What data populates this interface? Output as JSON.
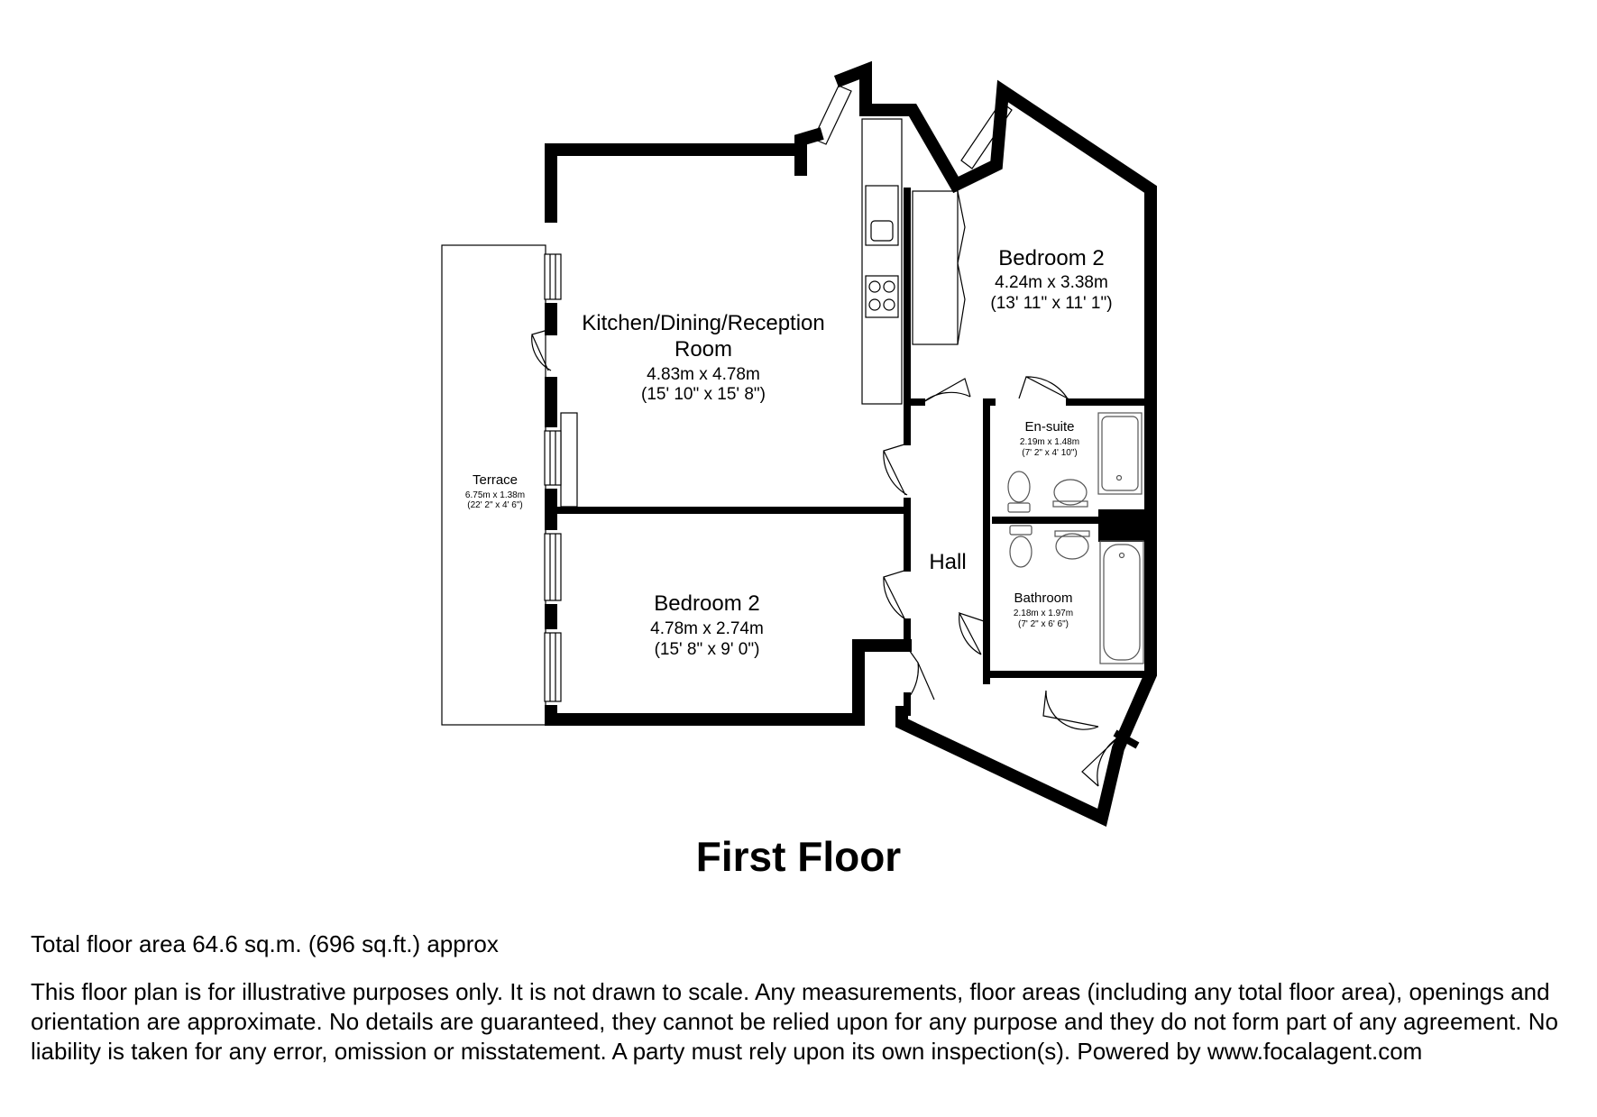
{
  "floor_title": "First Floor",
  "rooms": [
    {
      "name": "Kitchen/Dining/Reception",
      "name_line2": "Room",
      "metric": "4.83m x 4.78m",
      "imperial": "(15' 10\" x 15' 8\")"
    },
    {
      "name": "Bedroom 2",
      "metric": "4.24m x 3.38m",
      "imperial": "(13' 11\" x 11' 1\")"
    },
    {
      "name": "Bedroom 2",
      "metric": "4.78m x 2.74m",
      "imperial": "(15' 8\" x 9' 0\")"
    },
    {
      "name": "En-suite",
      "metric": "2.19m x 1.48m",
      "imperial": "(7' 2\" x 4' 10\")"
    },
    {
      "name": "Bathroom",
      "metric": "2.18m x 1.97m",
      "imperial": "(7' 2\" x 6' 6\")"
    },
    {
      "name": "Hall"
    },
    {
      "name": "Terrace",
      "metric": "6.75m x 1.38m",
      "imperial": "(22' 2\" x 4' 6\")"
    }
  ],
  "total_area": "Total floor area 64.6 sq.m. (696 sq.ft.) approx",
  "disclaimer": "This floor plan is for illustrative purposes only. It is not drawn to scale. Any measurements, floor areas (including any total floor area), openings and orientation are approximate. No details are guaranteed, they cannot be relied upon for any purpose and they do not form part of any agreement. No liability is taken for any error, omission or misstatement. A party must rely upon its own inspection(s). Powered by www.focalagent.com",
  "colors": {
    "wall": "#000000",
    "fixture": "#555555",
    "background": "#ffffff"
  }
}
